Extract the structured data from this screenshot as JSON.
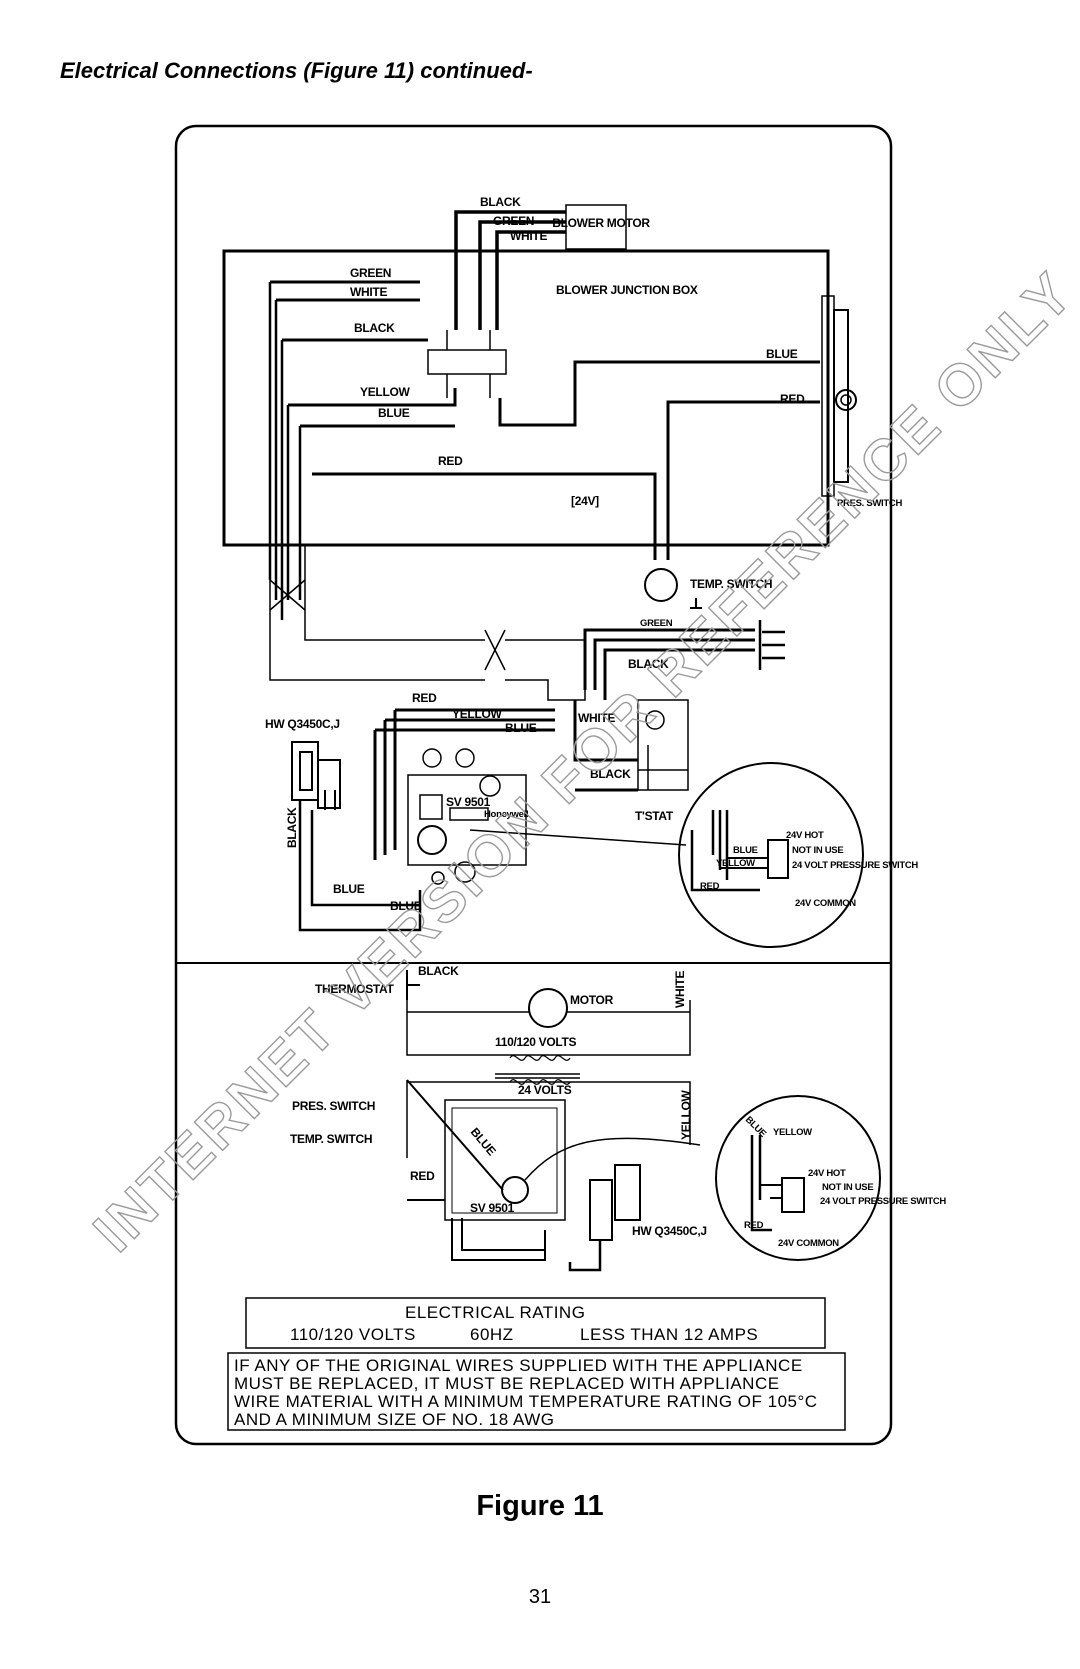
{
  "page": {
    "heading": "Electrical Connections (Figure 11) continued-",
    "figure_caption": "Figure 11",
    "page_number": "31"
  },
  "watermark": "INTERNET VERSION FOR REFERENCE ONLY",
  "upper_diagram": {
    "blower_motor": "BLOWER MOTOR",
    "blower_junction_box": "BLOWER JUNCTION BOX",
    "motor_wires": [
      "BLACK",
      "GREEN",
      "WHITE"
    ],
    "box_wires": [
      "GREEN",
      "WHITE",
      "BLACK",
      "YELLOW",
      "BLUE",
      "RED"
    ],
    "right_wires": [
      "BLUE",
      "RED"
    ],
    "voltage": "[24V]",
    "pres_switch": "PRES. SWITCH",
    "temp_switch": "TEMP. SWITCH",
    "plug_wires": [
      "GREEN",
      "BLACK",
      "WHITE",
      "BLACK"
    ],
    "valve_wires": [
      "RED",
      "YELLOW",
      "BLUE"
    ],
    "igniter": "HW Q3450C,J",
    "igniter_wire": "BLACK",
    "bottom_wires": [
      "BLUE",
      "BLUE"
    ],
    "valve": "SV 9501",
    "valve_brand": "Honeywell",
    "tstat": "T'STAT",
    "inset": {
      "wires": [
        "BLUE",
        "YELLOW",
        "RED"
      ],
      "terminals": [
        "24V HOT",
        "NOT IN USE",
        "24 VOLT PRESSURE SWITCH",
        "24V COMMON"
      ]
    }
  },
  "lower_diagram": {
    "thermostat": "THERMOSTAT",
    "black": "BLACK",
    "motor": "MOTOR",
    "white": "WHITE",
    "line_voltage": "110/120 VOLTS",
    "low_voltage": "24 VOLTS",
    "pres_switch": "PRES. SWITCH",
    "temp_switch": "TEMP. SWITCH",
    "red": "RED",
    "blue": "BLUE",
    "yellow": "YELLOW",
    "valve": "SV 9501",
    "igniter": "HW Q3450C,J",
    "inset": {
      "wires": [
        "YELLOW",
        "BLUE",
        "RED"
      ],
      "terminals": [
        "24V HOT",
        "NOT IN USE",
        "24 VOLT PRESSURE SWITCH",
        "24V COMMON"
      ]
    }
  },
  "electrical_rating": {
    "title": "ELECTRICAL RATING",
    "volts": "110/120 VOLTS",
    "hz": "60HZ",
    "amps": "LESS THAN 12 AMPS"
  },
  "warning": [
    "IF ANY OF THE ORIGINAL WIRES SUPPLIED WITH THE APPLIANCE",
    "MUST BE REPLACED, IT MUST BE REPLACED WITH APPLIANCE",
    "WIRE MATERIAL WITH A MINIMUM TEMPERATURE RATING OF 105°C",
    "AND A MINIMUM SIZE OF NO. 18 AWG"
  ]
}
